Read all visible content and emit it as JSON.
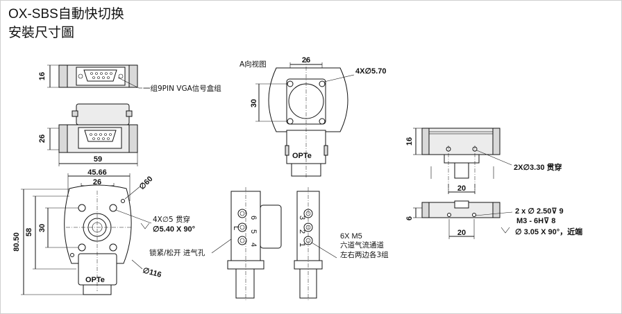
{
  "title": {
    "line1": "OX-SBS自動快切换",
    "line2": "安裝尺寸圖"
  },
  "labels": {
    "dim_16a": "16",
    "vga_note": "一组9PIN VGA信号盒组",
    "dim_26a": "26",
    "dim_59": "59",
    "dim_45_66": "45.66",
    "dim_26b": "26",
    "dim_60": "60",
    "dim_80_50": "80.50",
    "dim_58": "58",
    "dim_30a": "30",
    "hole_4x5": "4X∅5 贯穿",
    "chamfer_5_40": "∅5.40 X 90°",
    "dim_116": "116",
    "logo": "OPTe",
    "view_a": "A向视图",
    "dim_26c": "26",
    "hole_4x5_70": "4X∅5.70",
    "dim_30b": "30",
    "lock_note": "锁紧/松开  进气孔",
    "port_note_1": "6X  M5",
    "port_note_2": "六道气流通道",
    "port_note_3": "左右两边各3组",
    "dim_16b": "16",
    "hole_2x3_30": "2X∅3.30 贯穿",
    "dim_20a": "20",
    "dim_6": "6",
    "hole_2x2_50": "2 x ∅ 2.50⊽ 9",
    "thread_m3": "M3 - 6H⊽ 8",
    "chamfer_3_05": "∅ 3.05 X 90°，近端",
    "dim_20b": "20",
    "port_num_6": "6",
    "port_num_5": "5",
    "port_num_4": "4",
    "port_num_3": "3",
    "port_num_2": "2",
    "port_num_1": "1",
    "port_l": "L"
  }
}
